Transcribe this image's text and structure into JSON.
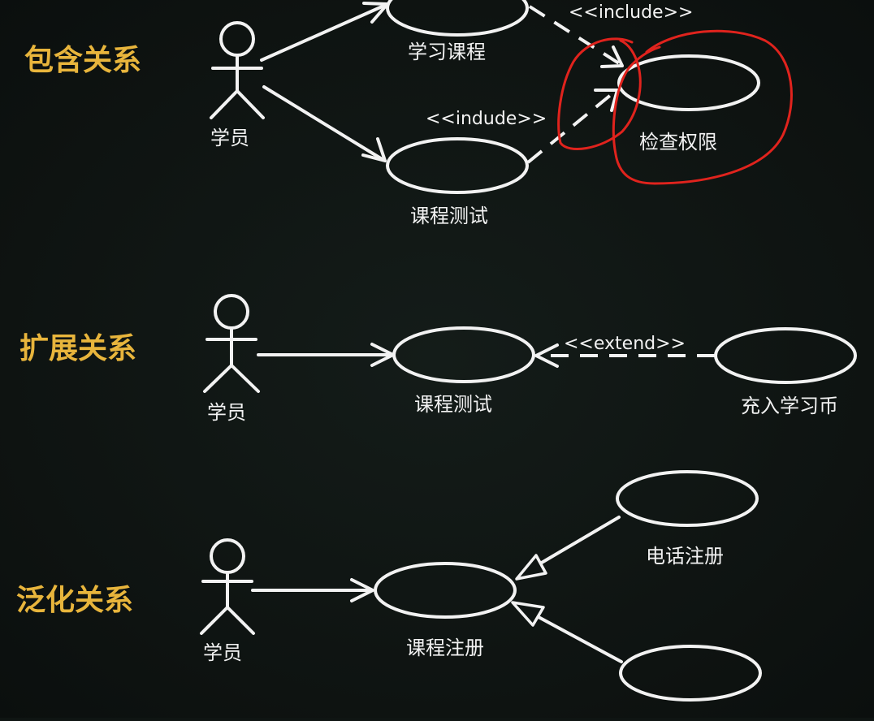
{
  "sections": {
    "include": {
      "title": "包含关系"
    },
    "extend": {
      "title": "扩展关系"
    },
    "generalize": {
      "title": "泛化关系"
    }
  },
  "include_diagram": {
    "actor": "学员",
    "use_case_1": "学习课程",
    "use_case_2": "课程测试",
    "use_case_3": "检查权限",
    "stereotype_1": "<<include>>",
    "stereotype_2": "<<indude>>"
  },
  "extend_diagram": {
    "actor": "学员",
    "use_case_base": "课程测试",
    "use_case_ext": "充入学习币",
    "stereotype": "<<extend>>"
  },
  "generalize_diagram": {
    "actor": "学员",
    "use_case_parent": "课程注册",
    "use_case_child_1": "电话注册"
  },
  "colors": {
    "background": "#0f1513",
    "title": "#e8b53c",
    "ink": "#f2f2f2",
    "annotation": "#e0231d"
  }
}
